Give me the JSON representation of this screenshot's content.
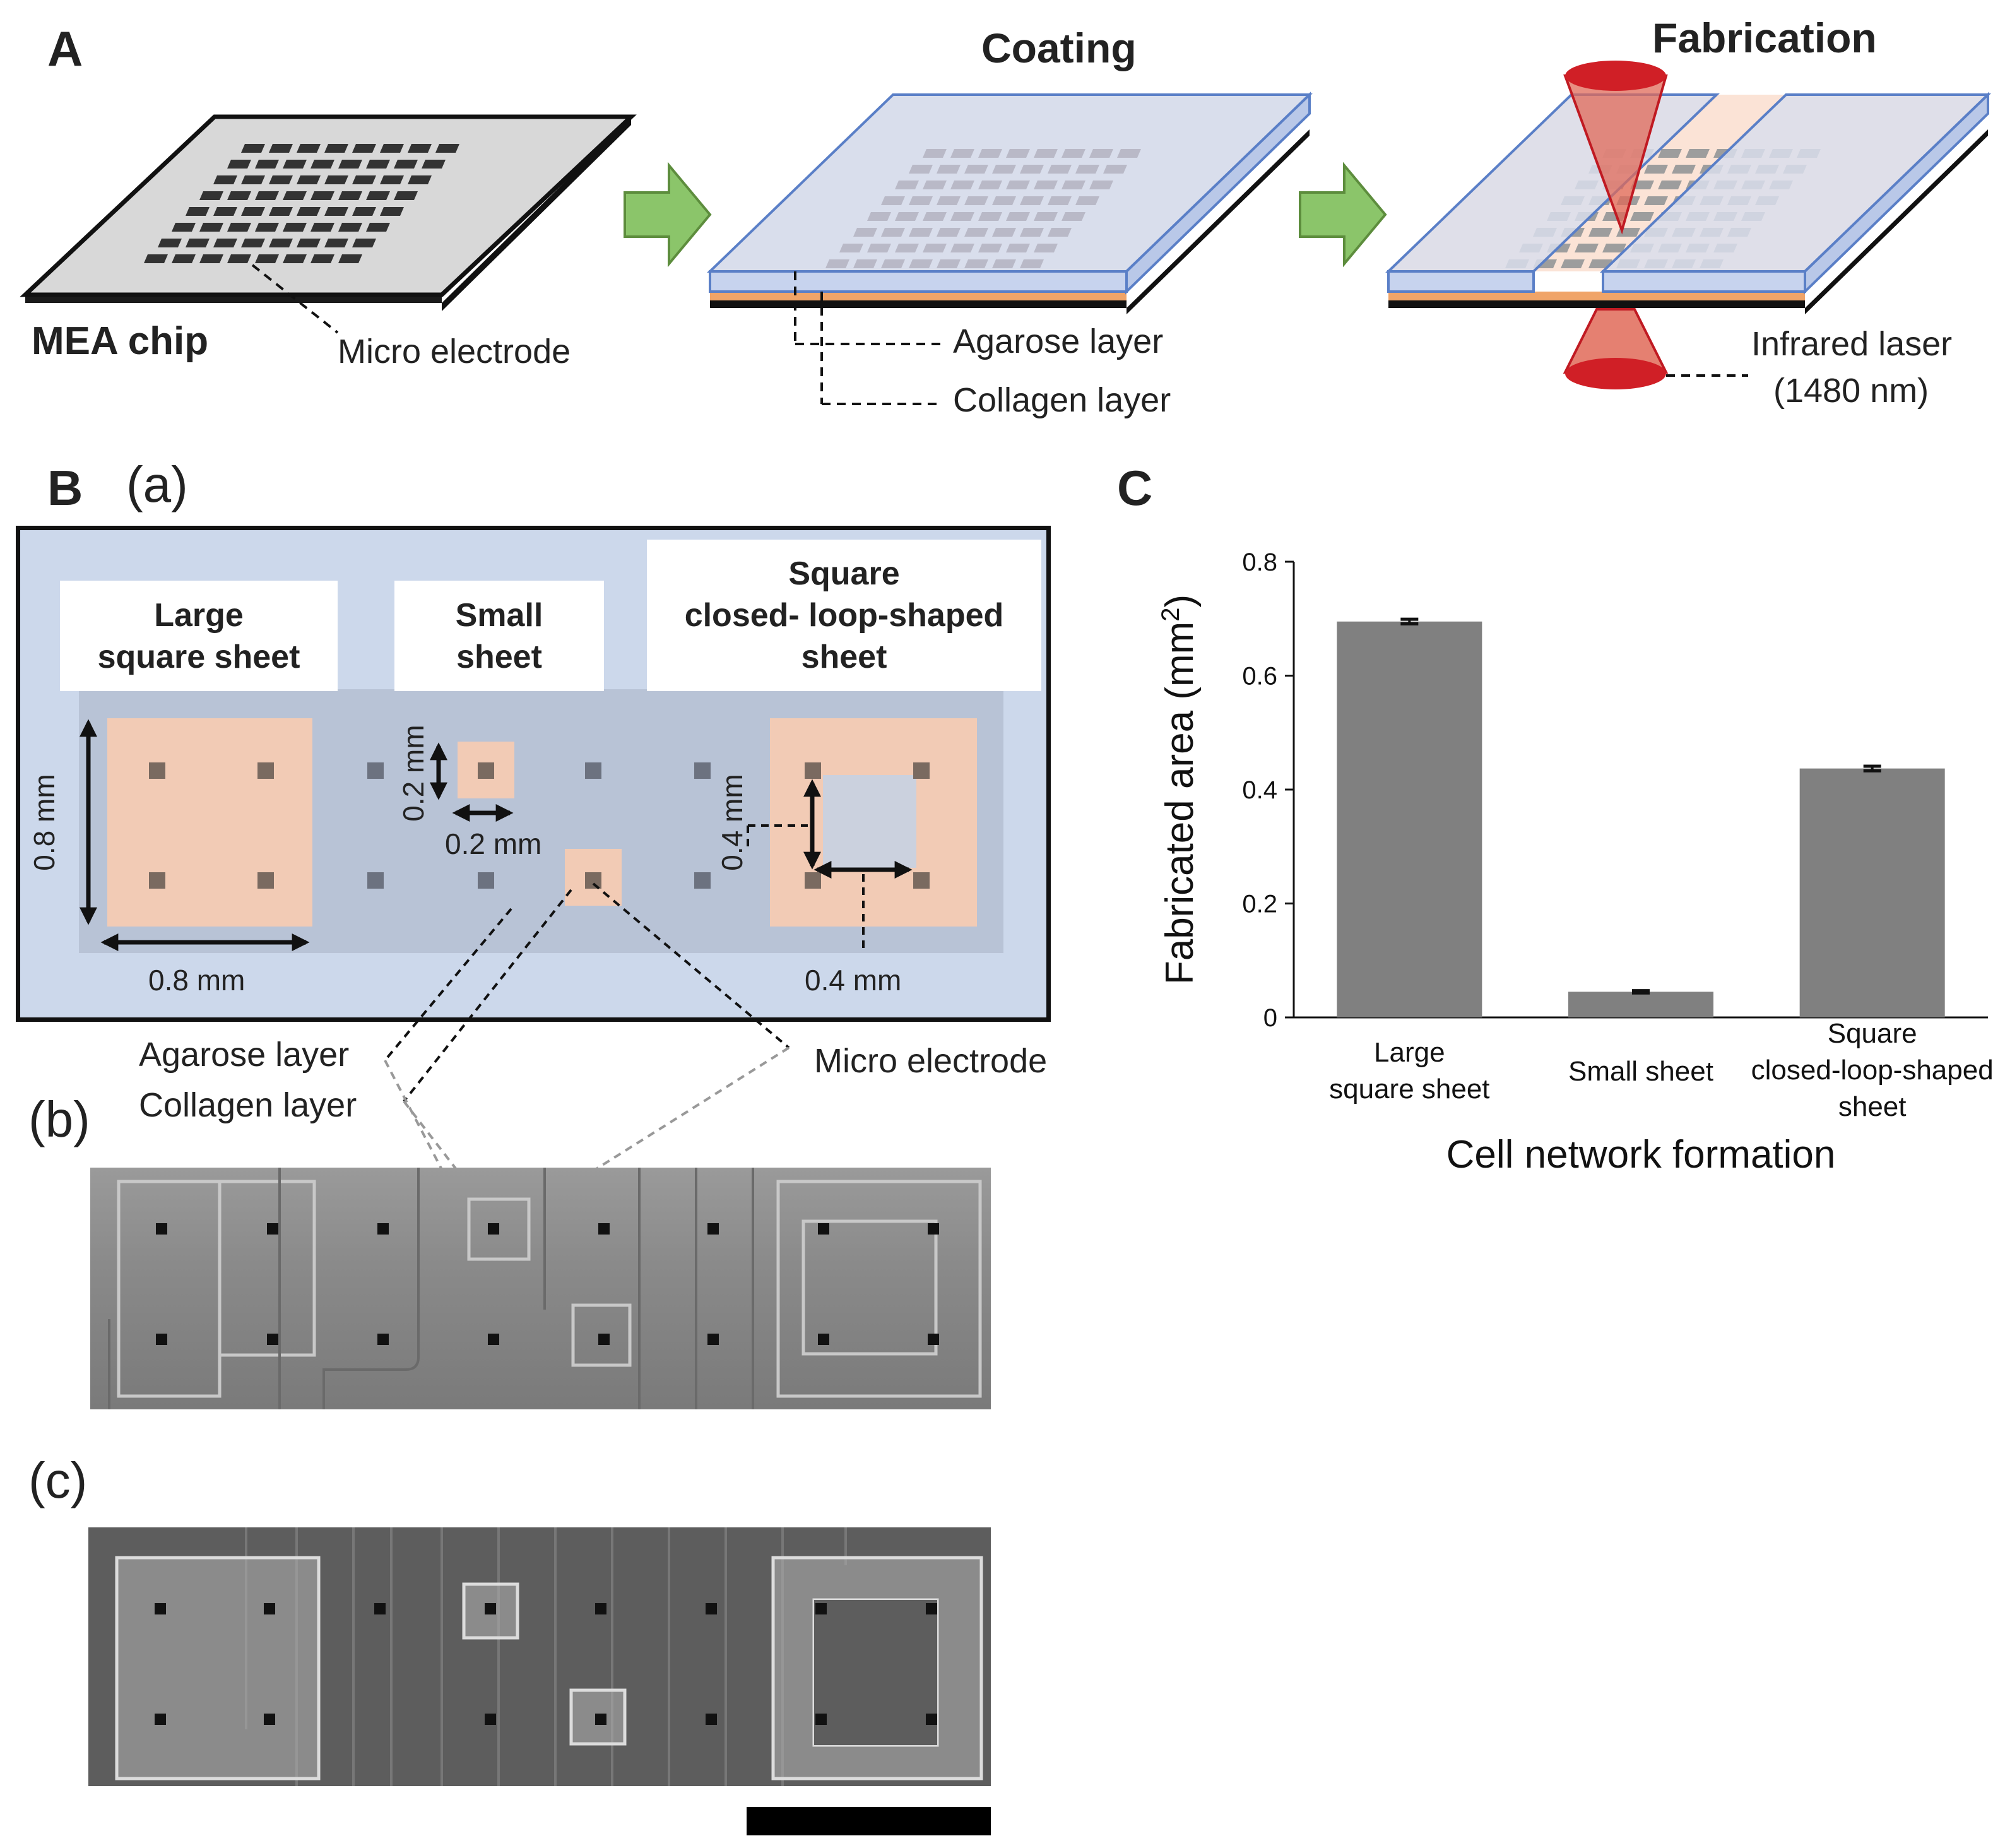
{
  "panel_a": {
    "letter": "A",
    "mea_chip_label": "MEA chip",
    "micro_electrode_label": "Micro electrode",
    "coating_title": "Coating",
    "agarose_label": "Agarose layer",
    "collagen_label": "Collagen layer",
    "fabrication_title": "Fabrication",
    "laser_label_line1": "Infrared laser",
    "laser_label_line2": "(1480 nm)"
  },
  "panel_b": {
    "letter": "B",
    "sub_a": "(a)",
    "sub_b": "(b)",
    "sub_c": "(c)",
    "box_large": [
      "Large",
      "square sheet"
    ],
    "box_small": [
      "Small",
      "sheet"
    ],
    "box_square": [
      "Square",
      "closed- loop-shaped",
      "sheet"
    ],
    "dim_08_vertical": "0.8 mm",
    "dim_08_horizontal": "0.8 mm",
    "dim_02_vertical": "0.2 mm",
    "dim_02_horizontal": "0.2 mm",
    "dim_04_vertical": "0.4 mm",
    "dim_04_horizontal": "0.4 mm",
    "agarose_label": "Agarose layer",
    "collagen_label": "Collagen layer",
    "micro_electrode_label": "Micro electrode"
  },
  "panel_c": {
    "letter": "C"
  },
  "colors": {
    "arrow_green": "#8bc56a",
    "coating_blue": "#cfd8ea",
    "collagen_orange": "#f2cbb5",
    "laser_red": "#d01f26",
    "bar_gray": "#808080"
  },
  "chart_data": {
    "type": "bar",
    "categories": [
      [
        "Large",
        "square sheet"
      ],
      [
        "Small sheet"
      ],
      [
        "Square",
        "closed-loop-shaped",
        "sheet"
      ]
    ],
    "values": [
      0.695,
      0.045,
      0.437
    ],
    "errors": [
      0.004,
      0.002,
      0.004
    ],
    "ylabel": "Fabricated area (mm",
    "ylabel_sup": "2",
    "ylabel_close": ")",
    "xlabel": "Cell network formation",
    "ylim": [
      0,
      0.8
    ],
    "yticks": [
      0,
      0.2,
      0.4,
      0.6,
      0.8
    ],
    "ytick_labels": [
      "0",
      "0.2",
      "0.4",
      "0.6",
      "0.8"
    ],
    "grid": false
  }
}
